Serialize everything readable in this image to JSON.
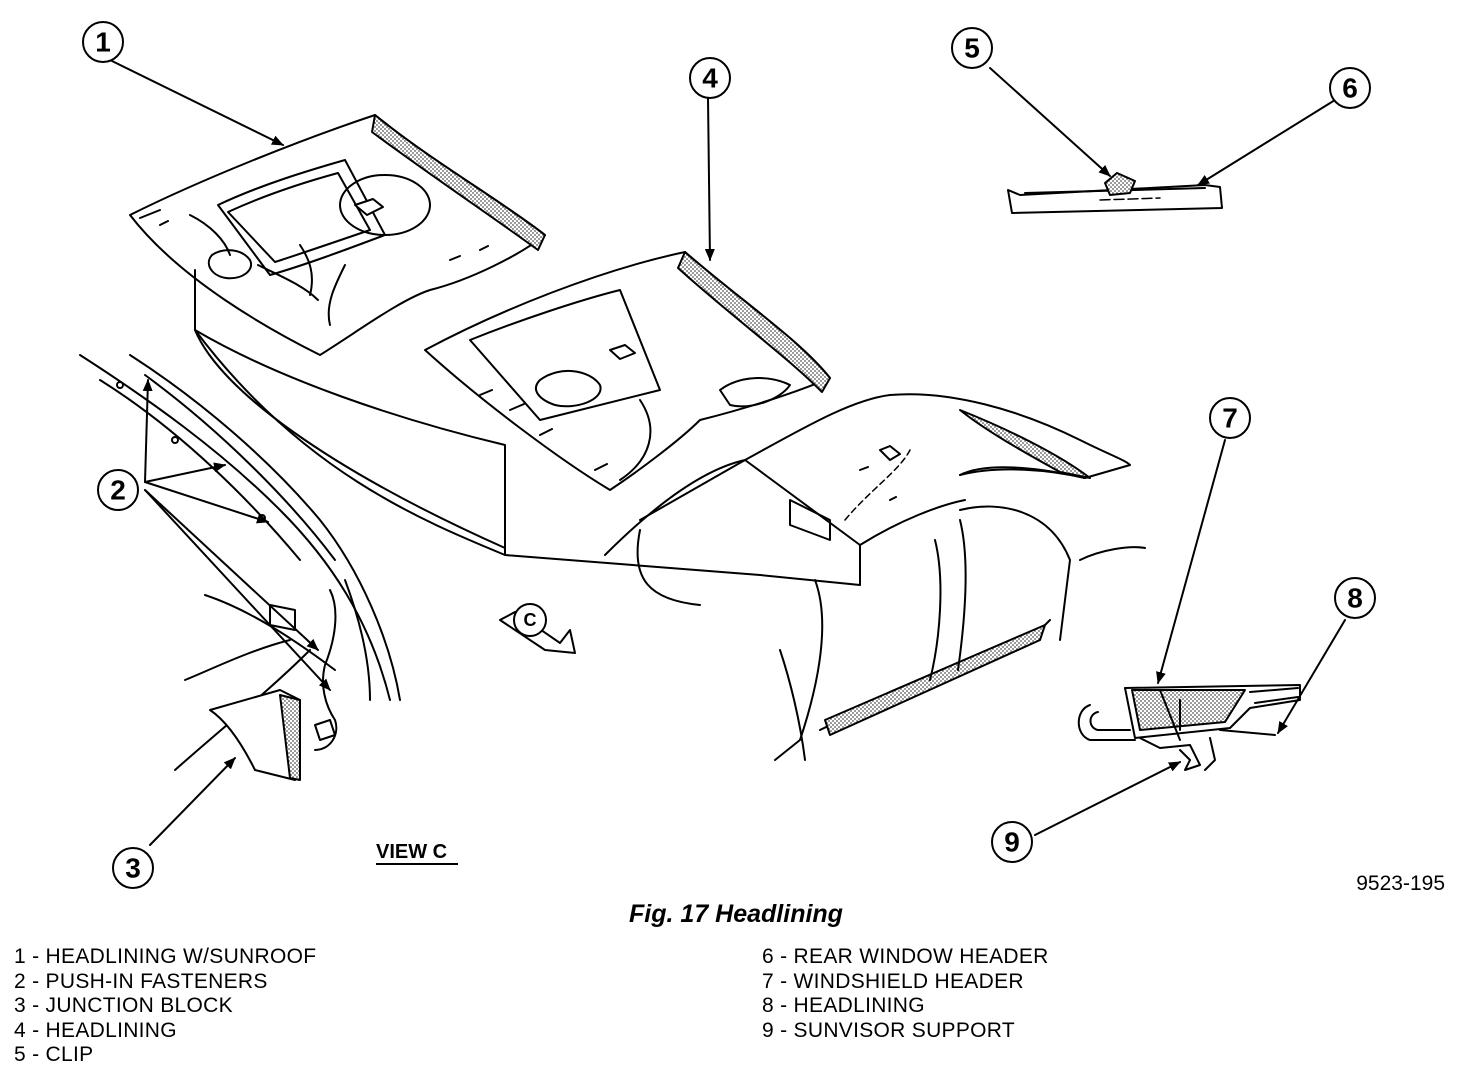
{
  "figure": {
    "caption": "Fig. 17 Headlining",
    "view_label": "VIEW C",
    "view_arrow_letter": "C",
    "drawing_code": "9523-195"
  },
  "callouts": [
    "1",
    "2",
    "3",
    "4",
    "5",
    "6",
    "7",
    "8",
    "9"
  ],
  "legend": {
    "left": [
      "1 - HEADLINING W/SUNROOF",
      "2 - PUSH-IN FASTENERS",
      "3 - JUNCTION BLOCK",
      "4 - HEADLINING",
      "5 - CLIP"
    ],
    "right": [
      "6 - REAR WINDOW HEADER",
      "7 - WINDSHIELD HEADER",
      "8 - HEADLINING",
      "9 - SUNVISOR SUPPORT"
    ]
  },
  "colors": {
    "line": "#000000",
    "background": "#ffffff",
    "stipple": "#7a7a7a"
  }
}
